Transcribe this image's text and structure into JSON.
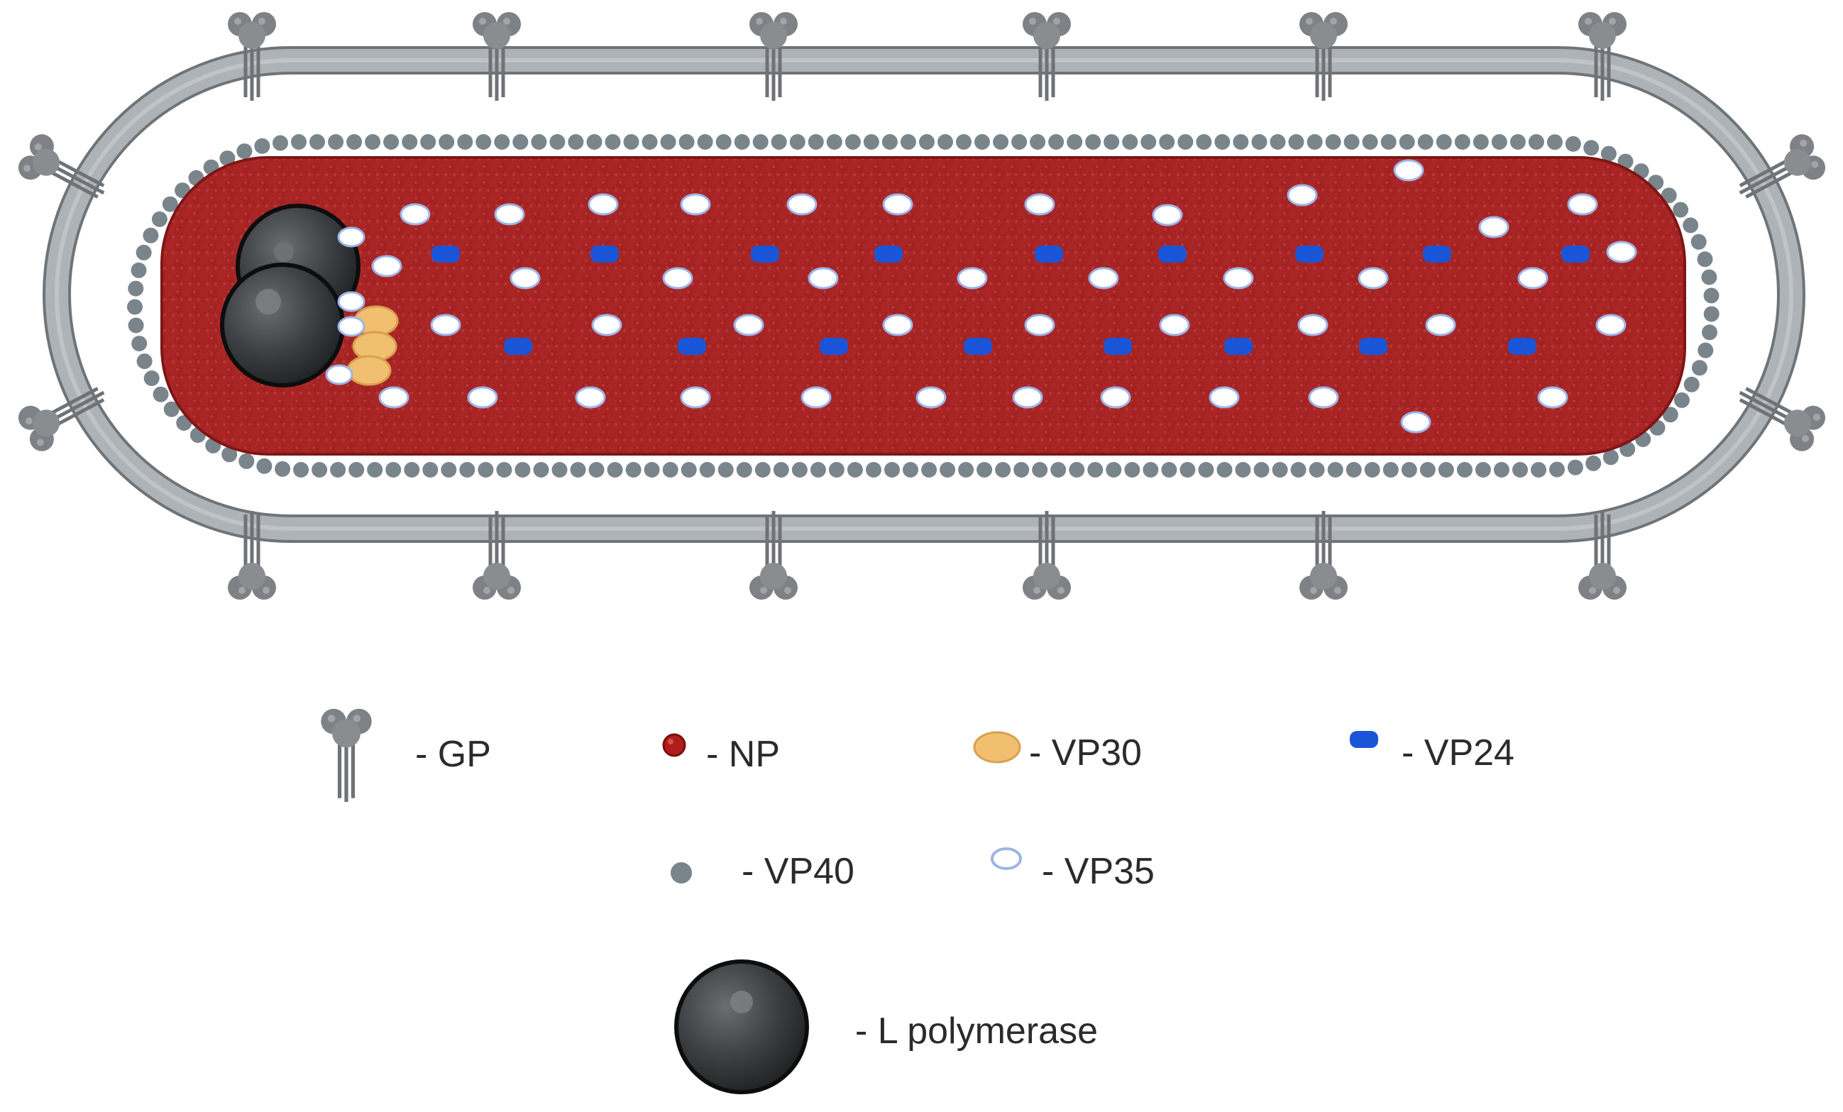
{
  "legend": {
    "gp": "- GP",
    "np": "- NP",
    "vp30": "- VP30",
    "vp24": "- VP24",
    "vp40": "- VP40",
    "vp35": "- VP35",
    "l_polymerase": "- L polymerase"
  },
  "colors": {
    "membrane": "#a9aeb2",
    "membrane_edge": "#6f7478",
    "vp40": "#7a858b",
    "np": "#9e2020",
    "np_highlight": "#c43a34",
    "vp30": "#f0c070",
    "vp24": "#1a55d8",
    "vp35_fill": "#ffffff",
    "vp35_edge": "#9db4e8",
    "polymerase": "#3a3d3e",
    "gp": "#7c7f82"
  },
  "icons": [
    "gp-icon",
    "np-icon",
    "vp30-icon",
    "vp24-icon",
    "vp40-icon",
    "vp35-icon",
    "l-polymerase-icon"
  ]
}
